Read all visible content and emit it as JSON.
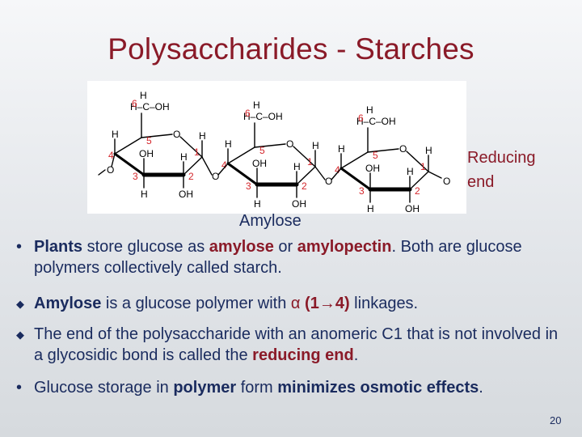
{
  "slide": {
    "title": "Polysaccharides - Starches",
    "page_number": "20"
  },
  "figure": {
    "caption": "Amylose",
    "callout_line1": "Reducing",
    "callout_line2": "end",
    "atom_labels": {
      "H": "H",
      "C": "C",
      "O": "O",
      "OH": "OH",
      "HCOH": "H–C–OH",
      "H_C_OH": "H–C–OH"
    },
    "carbon_numbers": [
      "1",
      "2",
      "3",
      "4",
      "5",
      "6"
    ]
  },
  "bullets": [
    {
      "marker": "•",
      "parts": [
        {
          "text": "Plants",
          "bold": true
        },
        {
          "text": " store glucose as "
        },
        {
          "text": "amylose",
          "bold": true,
          "red": true
        },
        {
          "text": " or "
        },
        {
          "text": "amylopectin",
          "bold": true,
          "red": true
        },
        {
          "text": ".  Both are glucose polymers collectively called starch."
        }
      ]
    },
    {
      "marker": "◆",
      "parts": [
        {
          "text": "Amylose",
          "bold": true
        },
        {
          "text": " is a glucose polymer with "
        },
        {
          "text": "α",
          "red": true
        },
        {
          "text": " (1",
          "bold": true,
          "red": true
        },
        {
          "text": "→",
          "bold": true,
          "red": true
        },
        {
          "text": "4)",
          "bold": true,
          "red": true
        },
        {
          "text": " linkages."
        }
      ]
    },
    {
      "marker": "◆",
      "parts": [
        {
          "text": "The end of the polysaccharide with an anomeric C1 that is not involved in a glycosidic bond is called the "
        },
        {
          "text": "reducing end",
          "bold": true,
          "red": true
        },
        {
          "text": "."
        }
      ]
    },
    {
      "marker": "•",
      "parts": [
        {
          "text": "Glucose storage in "
        },
        {
          "text": "polymer",
          "bold": true
        },
        {
          "text": " form "
        },
        {
          "text": "minimizes osmotic effects",
          "bold": true
        },
        {
          "text": "."
        }
      ]
    }
  ]
}
